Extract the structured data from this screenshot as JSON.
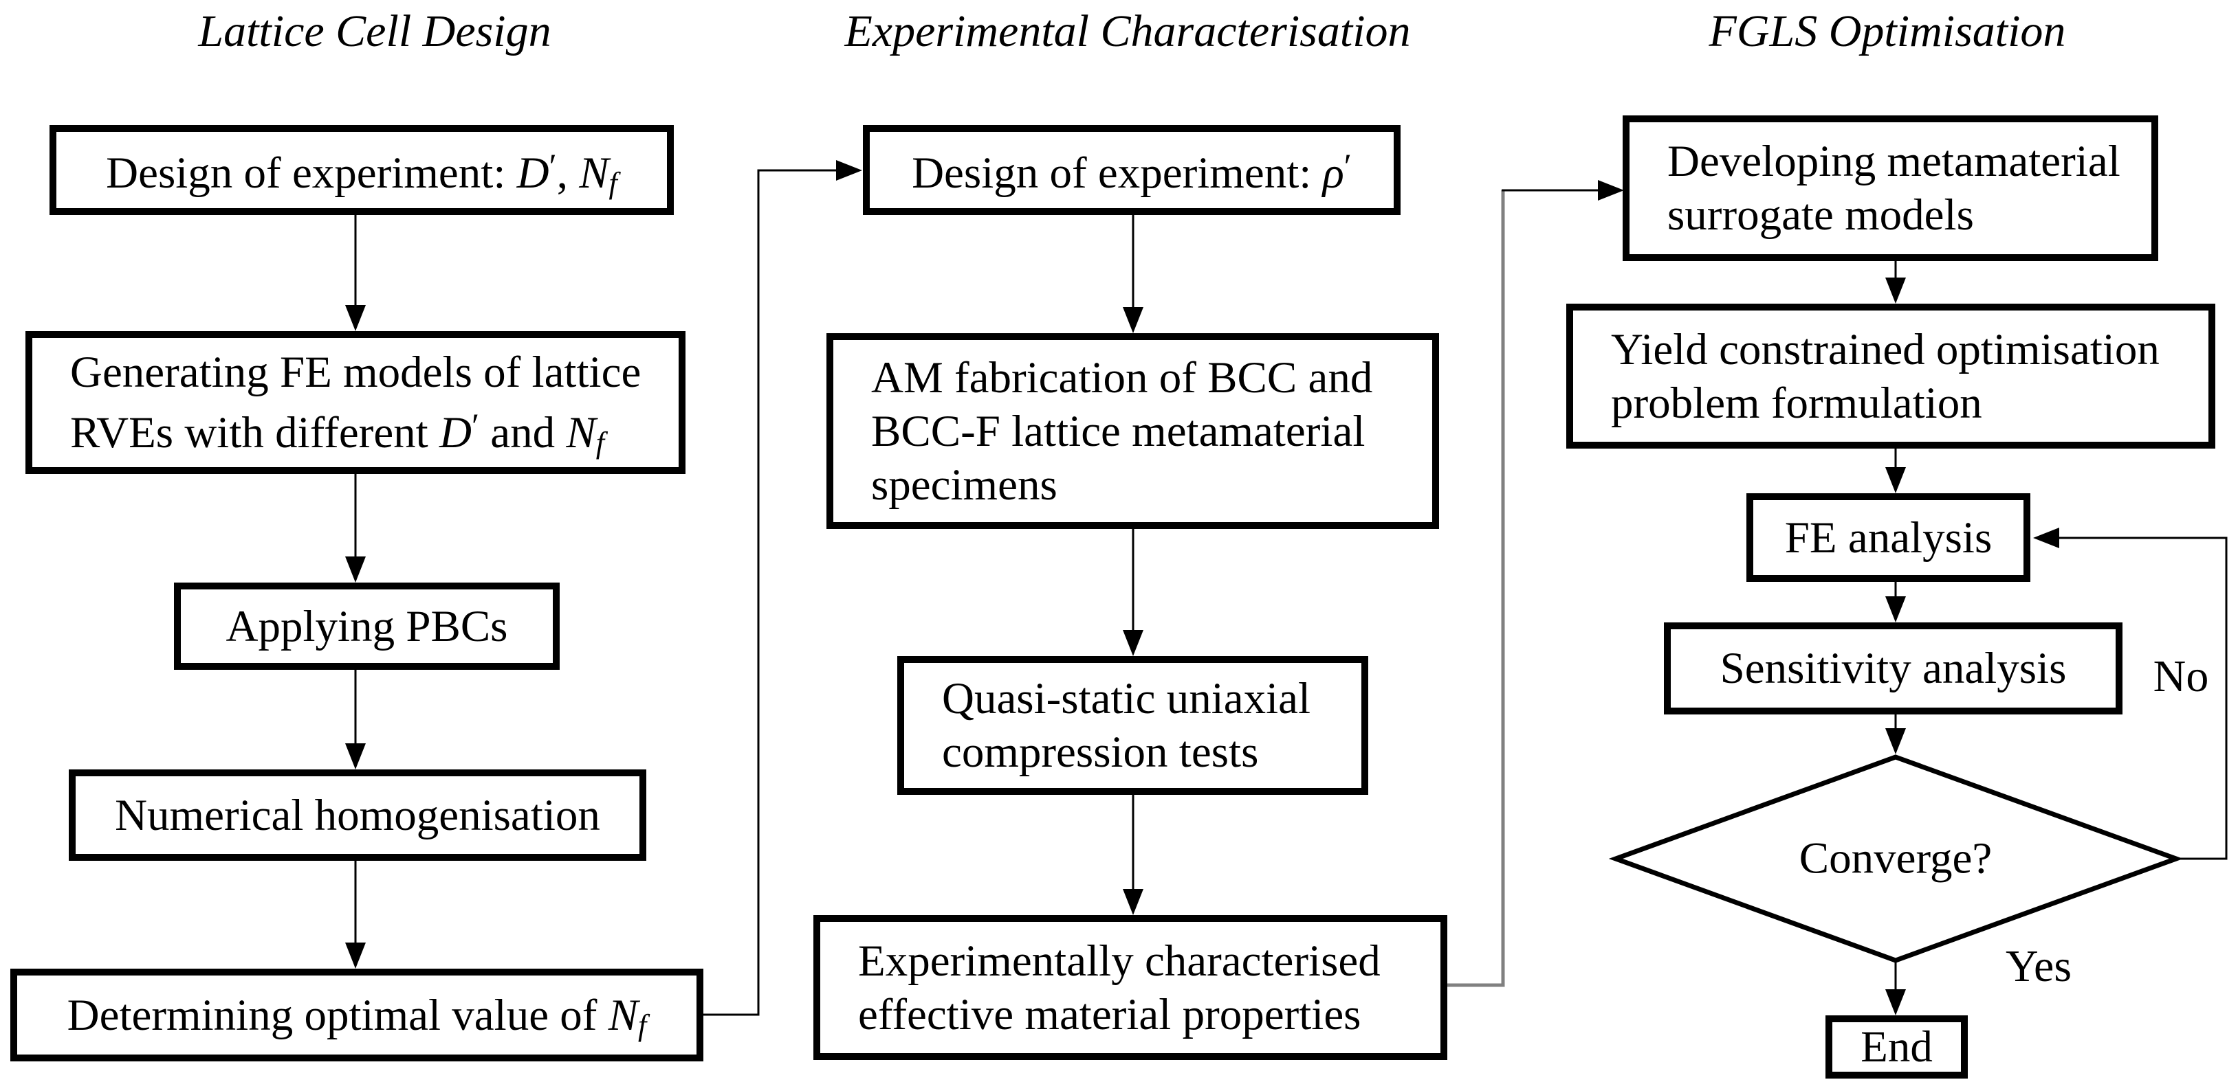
{
  "page": {
    "background": "#ffffff",
    "line_color": "#000000",
    "gray_connector_color": "#808080"
  },
  "columns": {
    "col1_title": "Lattice Cell Design",
    "col2_title": "Experimental Characterisation",
    "col3_title": "FGLS Optimisation"
  },
  "col1": {
    "doe": {
      "text": "Design of experiment: ",
      "var1": "D",
      "prime1": "′",
      "sep": ", ",
      "var2": "N",
      "var2_sub": "f"
    },
    "generating": {
      "line1": "Generating FE models of lattice",
      "line2_text": "RVEs with different ",
      "line2_var1": "D",
      "line2_prime": "′",
      "line2_and": " and ",
      "line2_var2": "N",
      "line2_sub": "f"
    },
    "pbcs": {
      "text": "Applying PBCs"
    },
    "homogenisation": {
      "text": "Numerical homogenisation"
    },
    "optimal": {
      "text": "Determining optimal value of ",
      "var": "N",
      "sub": "f"
    }
  },
  "col2": {
    "doe": {
      "text": "Design of experiment: ",
      "var": "ρ",
      "prime": "′"
    },
    "fabrication": {
      "line1": "AM fabrication of BCC and",
      "line2": "BCC-F lattice metamaterial",
      "line3": "specimens"
    },
    "compression": {
      "line1": "Quasi-static uniaxial",
      "line2": "compression tests"
    },
    "properties": {
      "line1": "Experimentally characterised",
      "line2": "effective material properties"
    }
  },
  "col3": {
    "surrogate": {
      "line1": "Developing metamaterial",
      "line2": "surrogate models"
    },
    "yield": {
      "line1": "Yield constrained optimisation",
      "line2": "problem formulation"
    },
    "fe_analysis": {
      "text": "FE analysis"
    },
    "sensitivity": {
      "text": "Sensitivity analysis"
    },
    "converge": {
      "text": "Converge?"
    },
    "end": {
      "text": "End"
    },
    "no_label": "No",
    "yes_label": "Yes"
  }
}
